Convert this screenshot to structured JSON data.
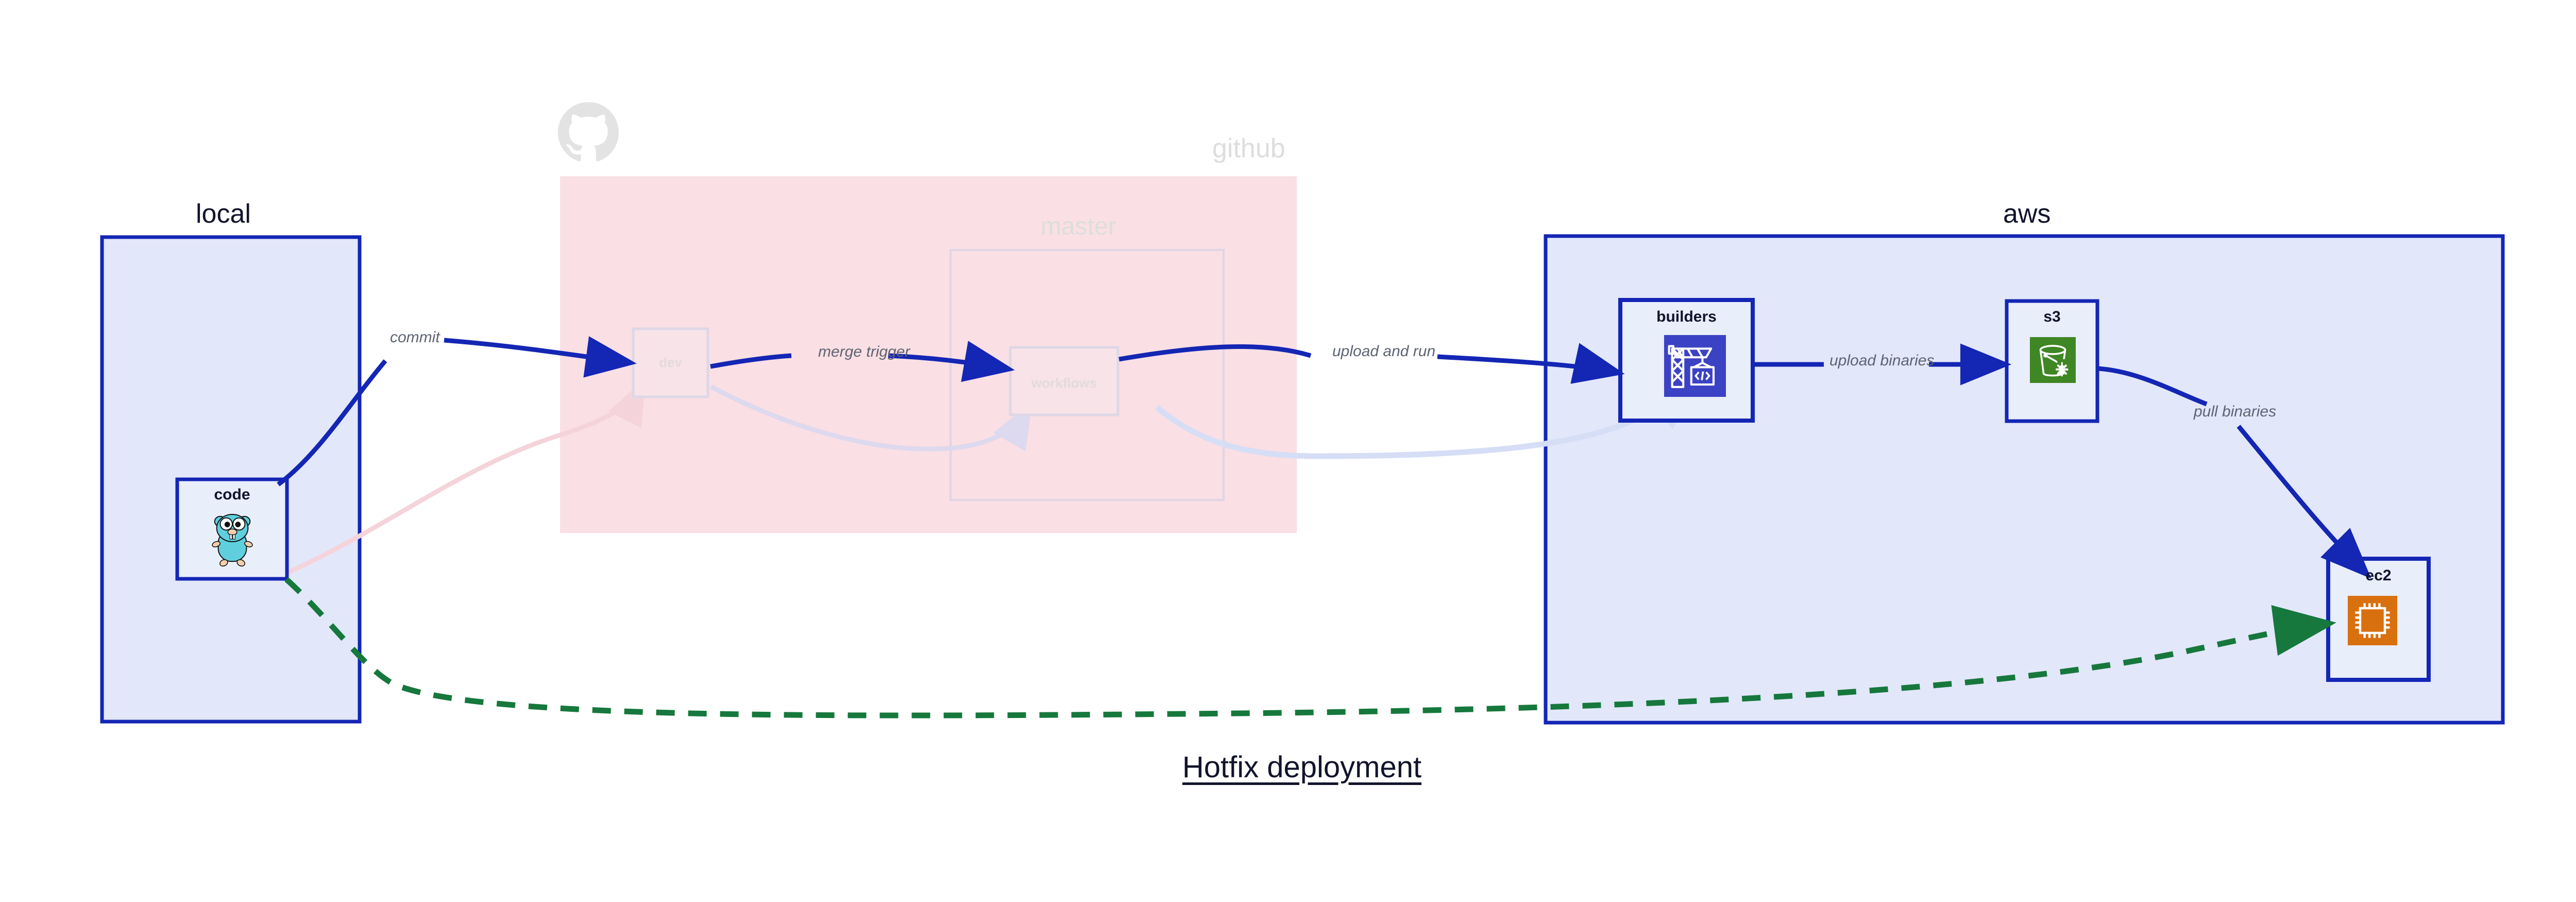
{
  "diagram": {
    "title": "Hotfix deployment",
    "background": "#ffffff",
    "accent_blue": "#1426b4",
    "accent_green": "#16783c",
    "group_fill_blue": "#e2e7fa",
    "group_fill_pink": "#fadfe4",
    "label_gray": "#5e6472"
  },
  "groups": [
    {
      "id": "local",
      "label": "local",
      "faded": false
    },
    {
      "id": "github",
      "label": "github",
      "faded": true
    },
    {
      "id": "master",
      "label": "master",
      "faded": true
    },
    {
      "id": "aws",
      "label": "aws",
      "faded": false
    }
  ],
  "nodes": [
    {
      "id": "code",
      "label": "code",
      "icon": "go-gopher-icon",
      "icon_color": "#5fcfdd",
      "faded": false
    },
    {
      "id": "dev",
      "label": "dev",
      "icon": "none",
      "icon_color": "",
      "faded": true
    },
    {
      "id": "workflows",
      "label": "workflows",
      "icon": "none",
      "icon_color": "",
      "faded": true
    },
    {
      "id": "builders",
      "label": "builders",
      "icon": "crane-code-icon",
      "icon_color": "#3c42c4",
      "faded": false
    },
    {
      "id": "s3",
      "label": "s3",
      "icon": "bucket-snowflake-icon",
      "icon_color": "#3f8624",
      "faded": false
    },
    {
      "id": "ec2",
      "label": "ec2",
      "icon": "cpu-chip-icon",
      "icon_color": "#d9700f",
      "faded": false
    }
  ],
  "edges": [
    {
      "id": "commit",
      "label": "commit",
      "from": "code",
      "to": "dev",
      "style": "solid",
      "color": "#1426b4"
    },
    {
      "id": "merge-trigger",
      "label": "merge trigger",
      "from": "dev",
      "to": "workflows",
      "style": "solid",
      "color": "#1426b4"
    },
    {
      "id": "upload-and-run",
      "label": "upload and run",
      "from": "workflows",
      "to": "builders",
      "style": "solid",
      "color": "#1426b4"
    },
    {
      "id": "upload-binaries",
      "label": "upload binaries",
      "from": "builders",
      "to": "s3",
      "style": "solid",
      "color": "#1426b4"
    },
    {
      "id": "pull-binaries",
      "label": "pull binaries",
      "from": "s3",
      "to": "ec2",
      "style": "solid",
      "color": "#1426b4"
    },
    {
      "id": "hotfix-direct",
      "label": "",
      "from": "code",
      "to": "ec2",
      "style": "dashed",
      "color": "#16783c"
    }
  ]
}
